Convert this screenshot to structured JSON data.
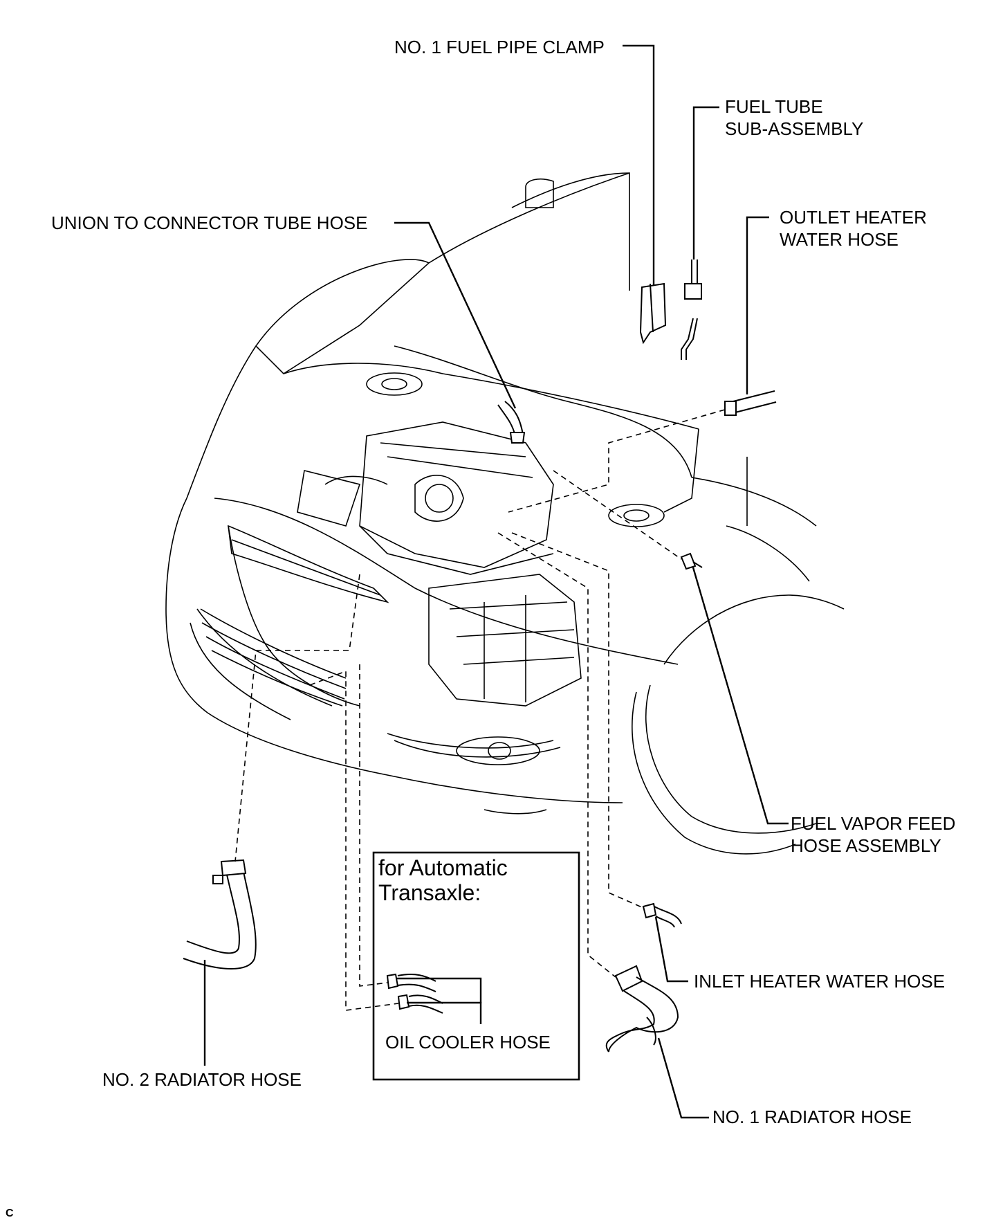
{
  "labels": {
    "fuel_pipe_clamp": "NO. 1 FUEL PIPE CLAMP",
    "fuel_tube_line1": "FUEL TUBE",
    "fuel_tube_line2": "SUB-ASSEMBLY",
    "union_hose": "UNION TO CONNECTOR TUBE HOSE",
    "outlet_heater_line1": "OUTLET HEATER",
    "outlet_heater_line2": "WATER HOSE",
    "fuel_vapor_line1": "FUEL VAPOR FEED",
    "fuel_vapor_line2": "HOSE ASSEMBLY",
    "inlet_heater": "INLET HEATER WATER HOSE",
    "no2_radiator": "NO. 2 RADIATOR HOSE",
    "no1_radiator": "NO. 1 RADIATOR HOSE",
    "oil_cooler": "OIL COOLER HOSE"
  },
  "inset": {
    "title_line1": "for Automatic",
    "title_line2": "Transaxle:"
  },
  "corner_mark": "C"
}
